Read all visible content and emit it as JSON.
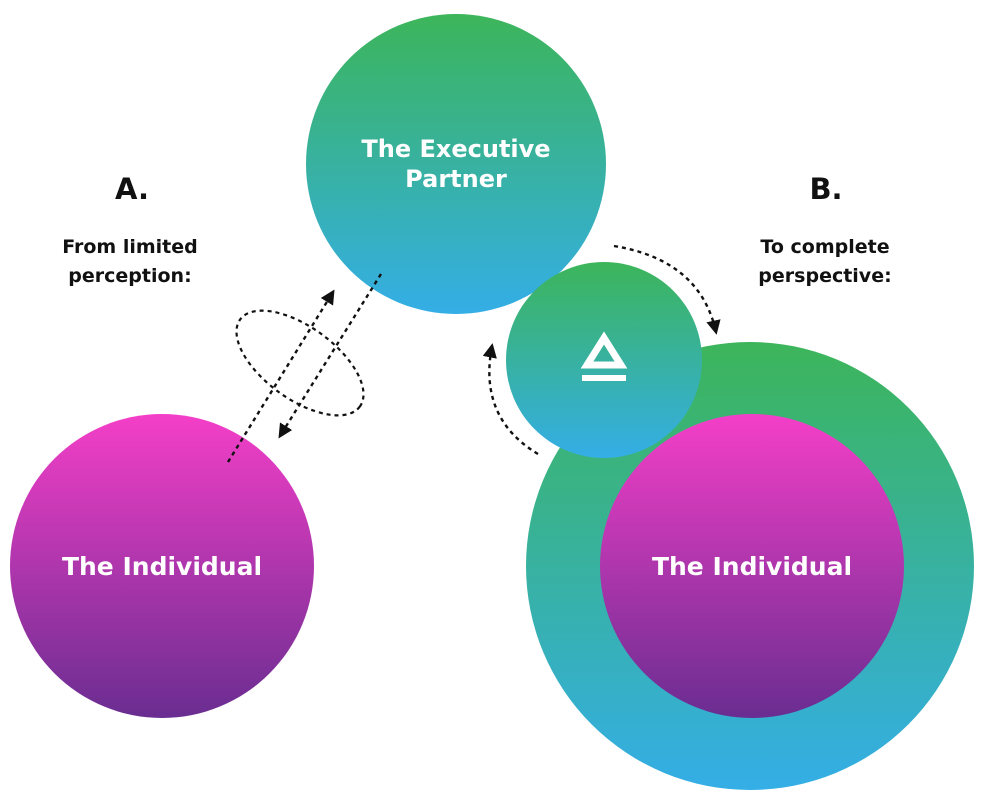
{
  "section_a": {
    "letter": "A.",
    "caption_line1": "From limited",
    "caption_line2": "perception:"
  },
  "section_b": {
    "letter": "B.",
    "caption_line1": "To complete",
    "caption_line2": "perspective:"
  },
  "executive_circle": {
    "label_line1": "The Executive",
    "label_line2": "Partner"
  },
  "individual_left": {
    "label": "The Individual"
  },
  "individual_right": {
    "label": "The Individual"
  },
  "logo_icon": "triangle-over-bar-logo-icon",
  "colors": {
    "green_top": "#3cb55a",
    "blue_bottom": "#34aee6",
    "magenta_top": "#f43fc8",
    "purple_bottom": "#6a2d91",
    "text_dark": "#111111",
    "text_light": "#ffffff"
  }
}
